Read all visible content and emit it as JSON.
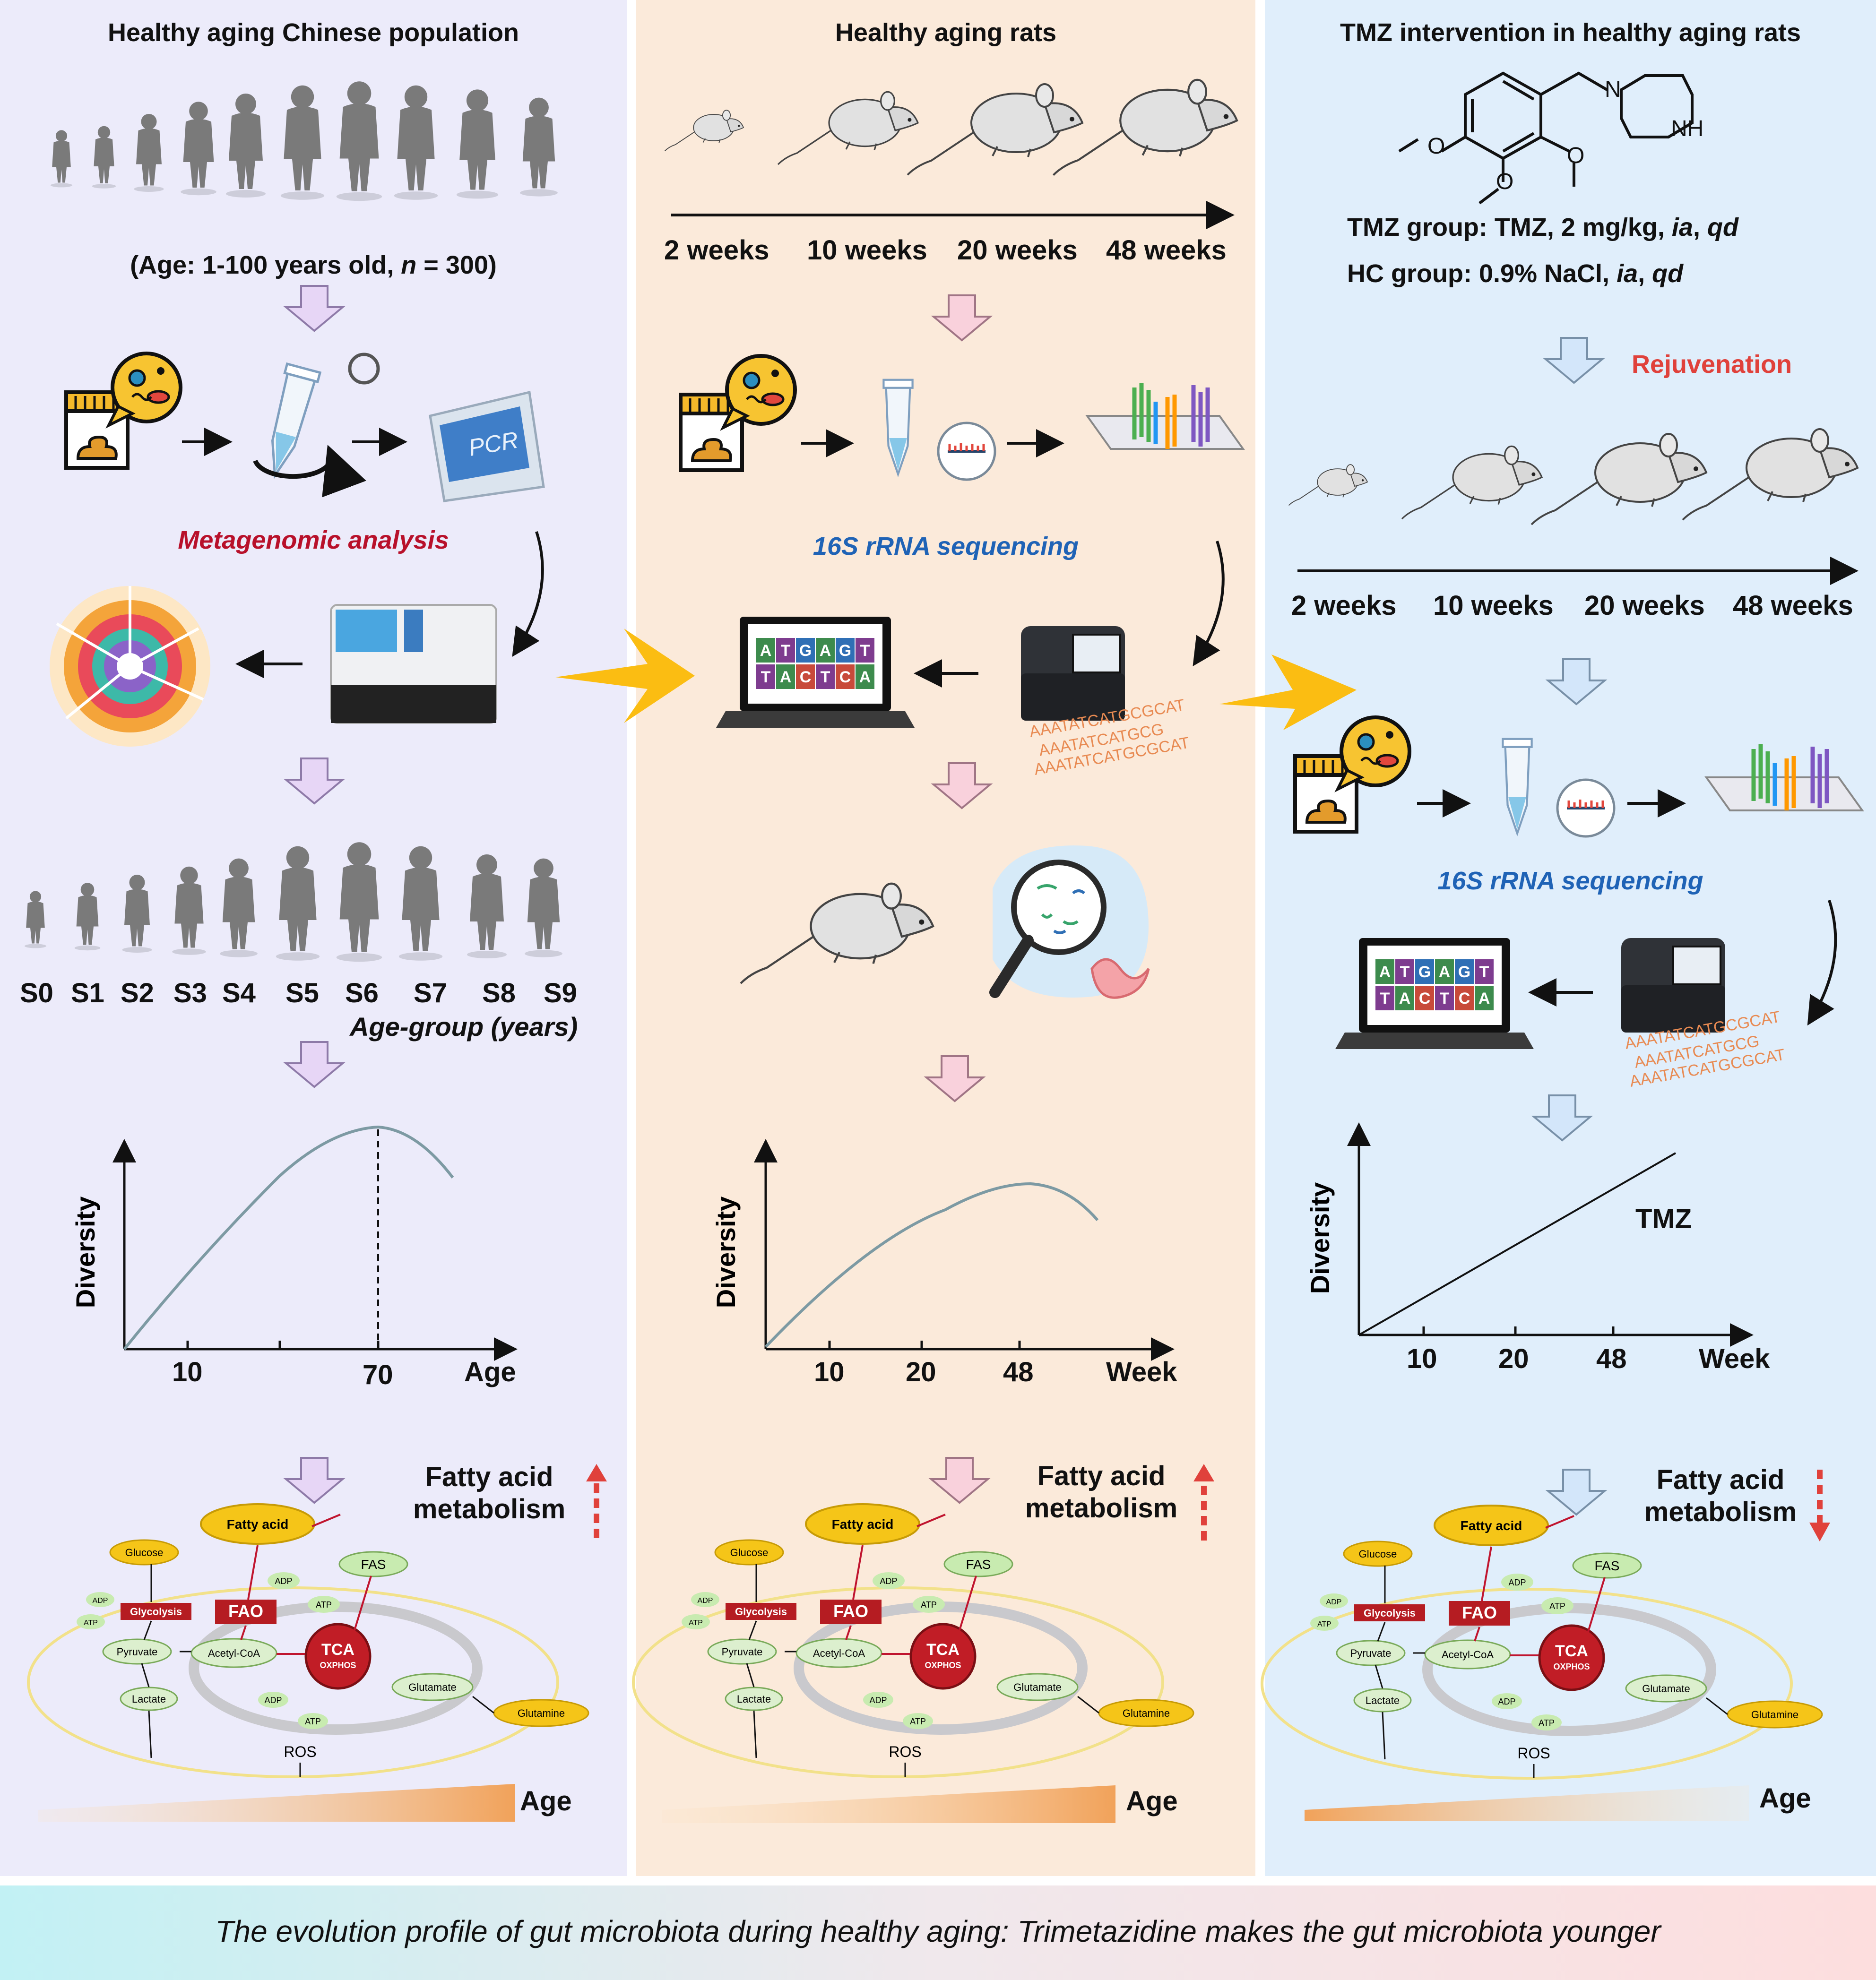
{
  "panels": [
    {
      "title": "Healthy aging Chinese population",
      "subtitle_prefix": "(Age: 1-100 years old, ",
      "subtitle_n": "n",
      "subtitle_suffix": " = 300)",
      "method": "Metagenomic analysis",
      "pcr_label": "PCR",
      "stage_labels": [
        "S0",
        "S1",
        "S2",
        "S3",
        "S4",
        "S5",
        "S6",
        "S7",
        "S8",
        "S9"
      ],
      "stage_caption": "Age-group (years)",
      "chart": {
        "ylabel": "Diversity",
        "xticks": [
          "10",
          "70"
        ],
        "xunit": "Age"
      },
      "metab_title_1": "Fatty acid",
      "metab_title_2": "metabolism",
      "age_label": "Age"
    },
    {
      "title": "Healthy aging rats",
      "timeline": [
        "2 weeks",
        "10 weeks",
        "20 weeks",
        "48 weeks"
      ],
      "method": "16S rRNA sequencing",
      "chart": {
        "ylabel": "Diversity",
        "xticks": [
          "10",
          "20",
          "48"
        ],
        "xunit": "Week"
      },
      "metab_title_1": "Fatty acid",
      "metab_title_2": "metabolism",
      "age_label": "Age"
    },
    {
      "title": "TMZ intervention in healthy aging rats",
      "tmz_line_prefix": "TMZ group: TMZ, 2 mg/kg, ",
      "hc_line_prefix": "HC group: 0.9% NaCl, ",
      "route": "ia",
      "freq": "qd",
      "rejuvenation": "Rejuvenation",
      "timeline": [
        "2 weeks",
        "10 weeks",
        "20 weeks",
        "48 weeks"
      ],
      "method": "16S rRNA sequencing",
      "chart": {
        "ylabel": "Diversity",
        "xticks": [
          "10",
          "20",
          "48"
        ],
        "xunit": "Week",
        "line_label": "TMZ"
      },
      "metab_title_1": "Fatty acid",
      "metab_title_2": "metabolism",
      "age_label": "Age"
    }
  ],
  "molecule": {
    "nh": "NH",
    "n": "N",
    "o": "O"
  },
  "dna_grid": {
    "top": [
      "A",
      "T",
      "G",
      "A",
      "G",
      "T"
    ],
    "bottom": [
      "T",
      "A",
      "C",
      "T",
      "C",
      "A"
    ]
  },
  "seq_text": [
    "AAATATCATGCGCAT",
    "AAATATCATGCG",
    "AAATATCATGCGCAT"
  ],
  "pathway": {
    "fatty_acid": "Fatty acid",
    "fas": "FAS",
    "glucose": "Glucose",
    "glycolysis": "Glycolysis",
    "fao": "FAO",
    "adp": "ADP",
    "atp": "ATP",
    "pyruvate": "Pyruvate",
    "acetyl_coa": "Acetyl-CoA",
    "tca": "TCA",
    "oxphos": "OXPHOS",
    "glutamate": "Glutamate",
    "glutamine": "Glutamine",
    "lactate": "Lactate",
    "ros": "ROS"
  },
  "footer": "The evolution profile of gut microbiota during healthy aging: Trimetazidine makes the gut microbiota younger",
  "colors": {
    "lavender": "#ecebfa",
    "peach": "#fbeada",
    "lightblue": "#e0eefb",
    "gold": "#fbbd12",
    "lavender_arrow": "#e3d3f4",
    "pink_arrow": "#f9d3de",
    "blue_arrow": "#cfe3f8"
  }
}
